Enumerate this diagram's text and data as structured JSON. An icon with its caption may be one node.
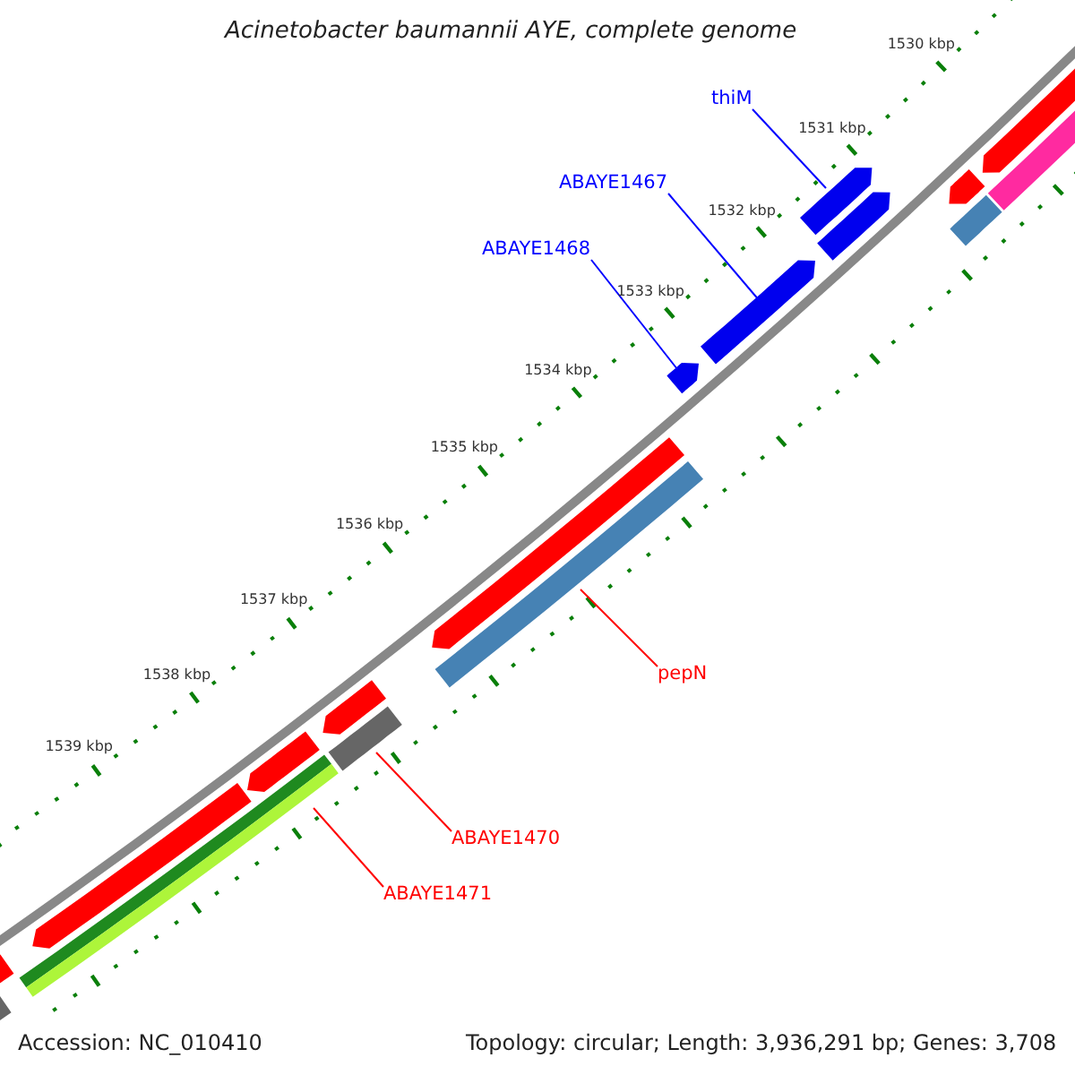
{
  "diagram": {
    "title": "Acinetobacter baumannii AYE, complete genome",
    "nodes": [
      {
        "text": [
          "thiM"
        ]
      },
      {
        "text": [
          "ABAYE1467"
        ]
      },
      {
        "text": [
          "ABAYE1468"
        ]
      },
      {
        "text": [
          "pepN"
        ]
      },
      {
        "text": [
          "ABAYE1470"
        ]
      },
      {
        "text": [
          "ABAYE1471"
        ]
      },
      {
        "text": [],
        "shape": "arrow"
      },
      {
        "text": [],
        "shape": "arrow"
      },
      {
        "text": [],
        "shape": "arrow"
      },
      {
        "text": [],
        "shape": "bar"
      },
      {
        "text": [],
        "shape": "bar"
      },
      {
        "text": [],
        "shape": "bar"
      },
      {
        "text": [],
        "shape": "arrow"
      },
      {
        "text": [],
        "shape": "arrow"
      },
      {
        "text": [],
        "shape": "arrow"
      },
      {
        "text": [],
        "shape": "arrow"
      },
      {
        "text": [],
        "shape": "arrow"
      },
      {
        "text": [],
        "shape": "arrow"
      },
      {
        "text": [],
        "shape": "arrow"
      },
      {
        "text": [],
        "shape": "bar"
      },
      {
        "text": [],
        "shape": "bar"
      },
      {
        "text": [],
        "shape": "bar"
      },
      {
        "text": [],
        "shape": "bar"
      }
    ],
    "edges": [
      {
        "from": 0,
        "to": 6,
        "arrow": "none",
        "color": "#0000ff"
      },
      {
        "from": 1,
        "to": 7,
        "arrow": "none",
        "color": "#0000ff"
      },
      {
        "from": 2,
        "to": 8,
        "arrow": "none",
        "color": "#0000ff"
      },
      {
        "from": 3,
        "to": 9,
        "arrow": "none",
        "color": "#ff0000"
      },
      {
        "from": 4,
        "to": 10,
        "arrow": "none",
        "color": "#ff0000"
      },
      {
        "from": 5,
        "to": 11,
        "arrow": "none",
        "color": "#ff0000"
      }
    ],
    "labels": [
      "1530 kbp",
      "1531 kbp",
      "1532 kbp",
      "1533 kbp",
      "1534 kbp",
      "1535 kbp",
      "1536 kbp",
      "1537 kbp",
      "1538 kbp",
      "1539 kbp",
      "Accession: NC_010410",
      "Topology: circular; Length: 3,936,291 bp; Genes: 3,708"
    ]
  }
}
